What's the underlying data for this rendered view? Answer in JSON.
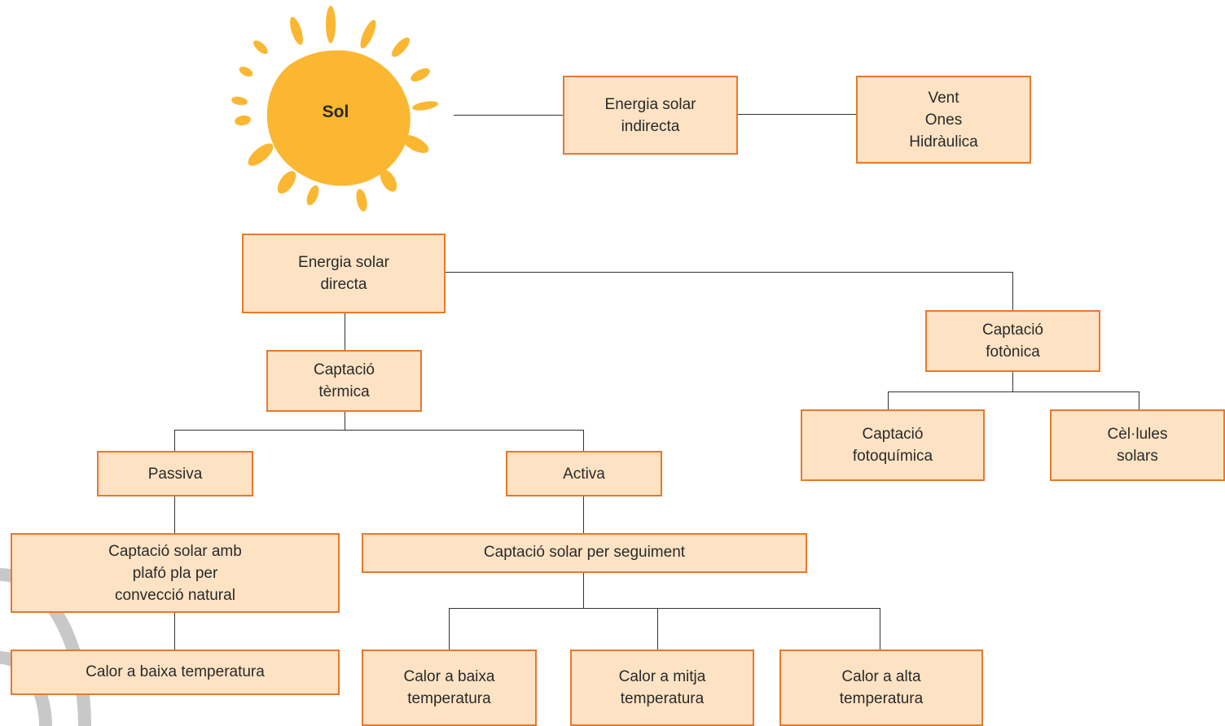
{
  "sun": {
    "label": "Sol"
  },
  "nodes": {
    "indirecta": "Energia solar\nindirecta",
    "vent": "Vent\nOnes\nHidràulica",
    "directa": "Energia solar\ndirecta",
    "termica": "Captació\ntèrmica",
    "fotonica": "Captació\nfotònica",
    "fotoquimica": "Captació\nfotoquímica",
    "cellules": "Cèl·lules\nsolars",
    "passiva": "Passiva",
    "activa": "Activa",
    "plafo": "Captació solar amb\nplafó pla per\nconvecció natural",
    "seguiment": "Captació solar per seguiment",
    "passiva_calor": "Calor a baixa temperatura",
    "calor_baixa": "Calor a baixa\ntemperatura",
    "calor_mitja": "Calor a mitja\ntemperatura",
    "calor_alta": "Calor a alta\ntemperatura"
  },
  "colors": {
    "box_fill": "#fde3c4",
    "box_border": "#e8782c",
    "sun": "#fbb731",
    "connector": "#333333",
    "watermark": "#c8c8c8"
  }
}
